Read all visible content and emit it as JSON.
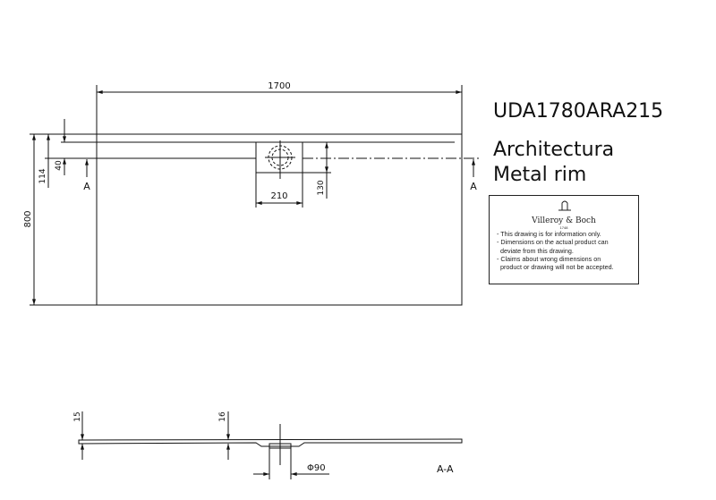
{
  "product": {
    "code": "UDA1780ARA215",
    "series": "Architectura",
    "variant": "Metal rim"
  },
  "dimensions": {
    "length": "1700",
    "width": "800",
    "rim_114": "114",
    "rim_40": "40",
    "drain_width": "210",
    "drain_depth": "130",
    "thickness_edge": "15",
    "thickness_mid": "16",
    "drain_diameter": "Φ90"
  },
  "section": {
    "marker": "A",
    "view_label": "A-A"
  },
  "notice": {
    "brand": "Villeroy & Boch",
    "since": "1748",
    "lines": [
      "- This drawing is for information only.",
      "- Dimensions on the actual product can",
      "  deviate from this drawing.",
      "- Claims about wrong dimensions on",
      "  product or drawing will not be accepted."
    ]
  }
}
